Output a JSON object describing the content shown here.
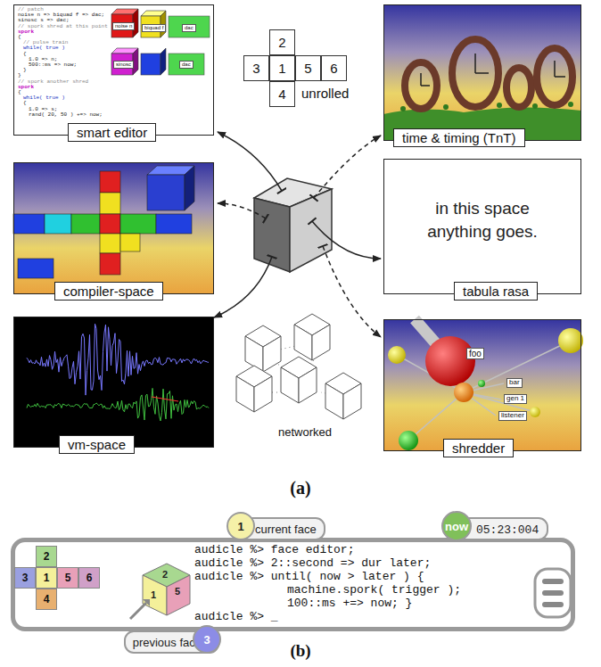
{
  "diagram": {
    "nodes": [
      {
        "text": [
          "smart editor"
        ]
      },
      {
        "text": [
          "time & timing (TnT)"
        ]
      },
      {
        "text": [
          "compiler-space"
        ]
      },
      {
        "text": [
          "in this space anything goes.",
          "tabula rasa"
        ]
      },
      {
        "text": [
          "vm-space"
        ]
      },
      {
        "text": [
          "shredder"
        ]
      },
      {
        "text": [
          "2"
        ]
      },
      {
        "text": [
          "3"
        ]
      },
      {
        "text": [
          "1"
        ]
      },
      {
        "text": [
          "5"
        ]
      },
      {
        "text": [
          "6"
        ]
      },
      {
        "text": [
          "4"
        ]
      },
      {
        "text": [
          "audicle %> face editor;",
          "audicle %> 2::second => dur later;",
          "audicle %> until( now > later ) {",
          "machine.spork( trigger );",
          "100::ms +=> now; }",
          "audicle %> _"
        ]
      },
      {
        "text": [
          "current face"
        ],
        "in": 12
      },
      {
        "text": [
          "1"
        ],
        "in": 12
      },
      {
        "text": [
          "05:23:004"
        ],
        "in": 12
      },
      {
        "text": [
          "now"
        ],
        "in": 12
      },
      {
        "text": [
          "previous face"
        ],
        "in": 12
      },
      {
        "text": [
          "3"
        ],
        "in": 12
      },
      {
        "text": [
          "2"
        ],
        "in": 12
      },
      {
        "text": [
          "3"
        ],
        "in": 12
      },
      {
        "text": [
          "1"
        ],
        "in": 12
      },
      {
        "text": [
          "5"
        ],
        "in": 12
      },
      {
        "text": [
          "6"
        ],
        "in": 12
      },
      {
        "text": [
          "4"
        ],
        "in": 12
      }
    ],
    "labels": [
      "unrolled",
      "networked",
      "(a)",
      "(b)",
      "// patch",
      "noise n => biquad f => dac;",
      "sinosc s => dac;",
      "// spork shred at this point",
      "spork",
      "{",
      "// pulse train",
      "while( true )",
      "{",
      "1.0 => n;",
      "500::ms => now;",
      "}",
      "}",
      "// spork another shred",
      "spork",
      "{",
      "while( true )",
      "{",
      "1.0 => s;",
      "rand( 20, 50 ) +=> now;",
      "noise n",
      "biquad f",
      "dac",
      "sinosc",
      "dac",
      "foo",
      "bar",
      "gen 1",
      "listener",
      "2",
      "1",
      "5"
    ]
  }
}
